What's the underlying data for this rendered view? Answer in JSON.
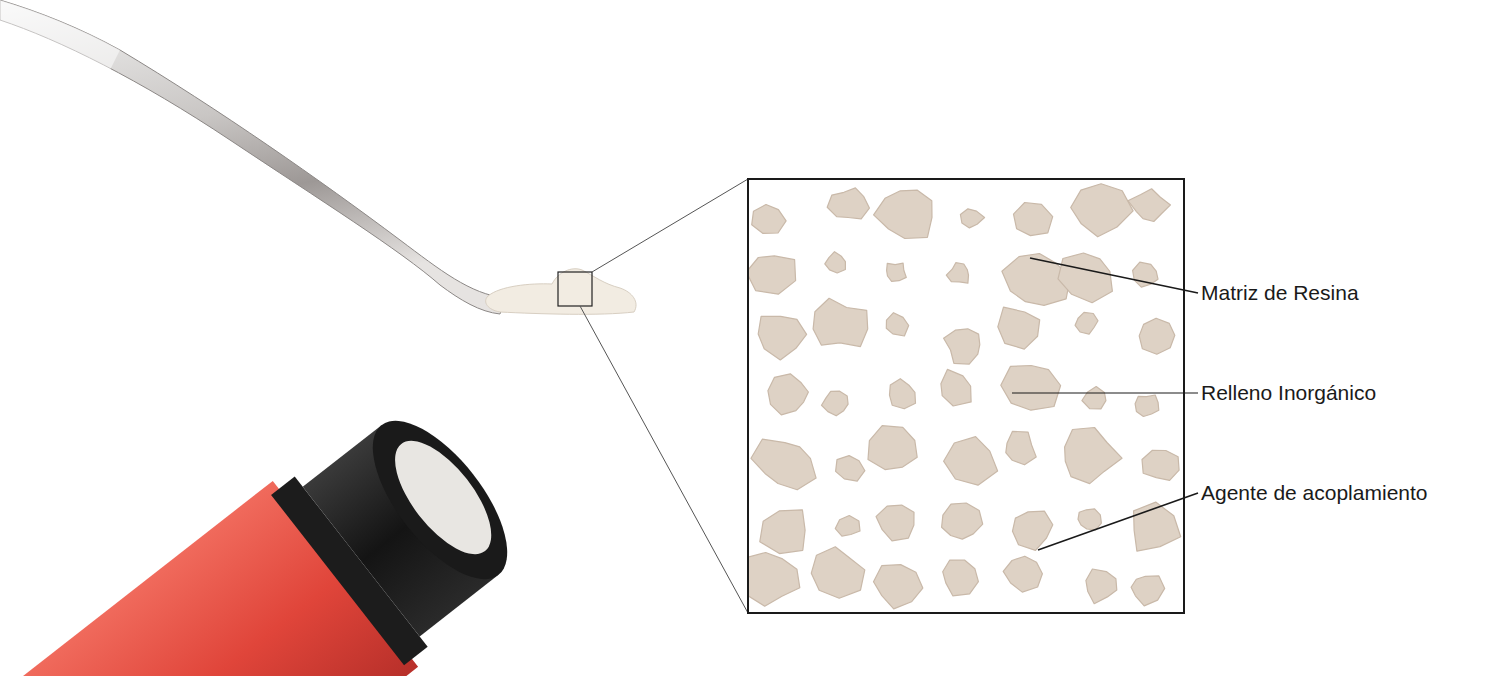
{
  "diagram": {
    "labels": [
      "Matriz de Resina",
      "Relleno Inorgánico",
      "Agente de acoplamiento"
    ]
  }
}
